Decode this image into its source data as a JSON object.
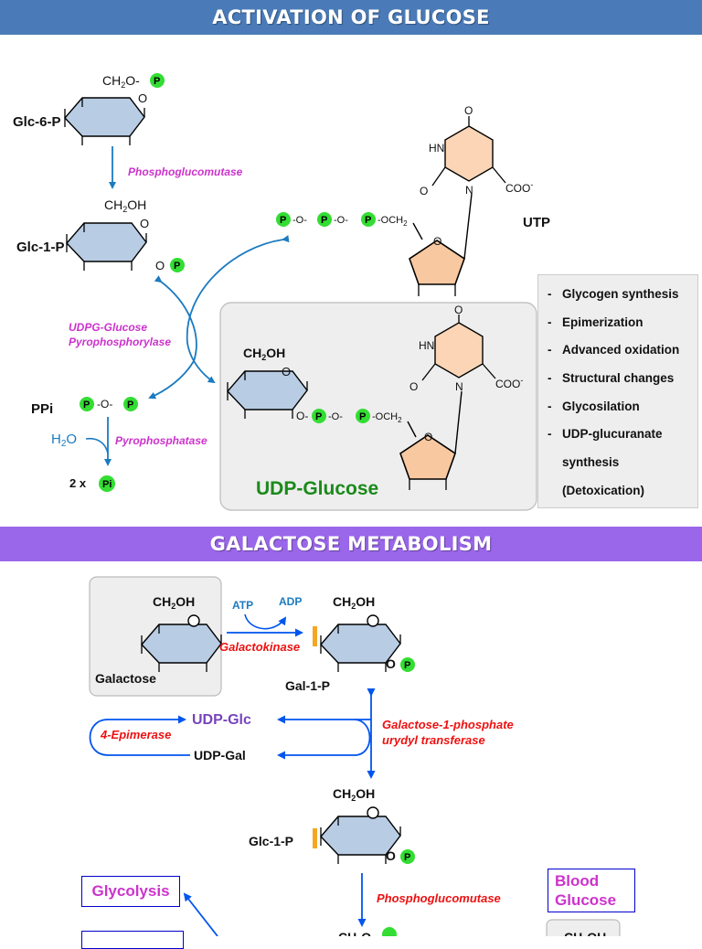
{
  "headers": {
    "activation": "ACTIVATION OF GLUCOSE",
    "galactose": "GALACTOSE METABOLISM"
  },
  "activation": {
    "glc6p": "Glc-6-P",
    "glc1p": "Glc-1-P",
    "ch2o": "CH",
    "ch2oh": "CH",
    "o_sub": "2",
    "phosphoglucomutase": "Phosphoglucomutase",
    "udpg_line1": "UDPG-Glucose",
    "udpg_line2": "Pyrophosphorylase",
    "ppi": "PPi",
    "h2o": "H",
    "pyrophosphatase": "Pyrophosphatase",
    "two_x": "2 x",
    "pi": "Pi",
    "utp": "UTP",
    "udp_glucose": "UDP-Glucose",
    "coo": "COO",
    "hn": "HN",
    "n": "N",
    "o": "O",
    "och2": "OCH",
    "p": "P"
  },
  "fates": [
    "Glycogen synthesis",
    "Epimerization",
    "Advanced oxidation",
    "Structural changes",
    "Glycosilation",
    "UDP-glucuranate",
    "synthesis",
    "(Detoxication)"
  ],
  "galactose": {
    "galactose": "Galactose",
    "gal1p": "Gal-1-P",
    "atp": "ATP",
    "adp": "ADP",
    "galactokinase": "Galactokinase",
    "udp_glc": "UDP-Glc",
    "udp_gal": "UDP-Gal",
    "epimerase": "4-Epimerase",
    "transferase_line1": "Galactose-1-phosphate",
    "transferase_line2": "urydyl transferase",
    "glc1p": "Glc-1-P",
    "phosphoglucomutase": "Phosphoglucomutase",
    "glycolysis": "Glycolysis",
    "blood_glucose_line1": "Blood",
    "blood_glucose_line2": "Glucose",
    "ch2oh": "CH",
    "ch2o": "CH"
  },
  "colors": {
    "banner1": "#4a7bb8",
    "banner2": "#9a66ea",
    "ring": "#b8cce4",
    "ribose": "#f8c8a0",
    "uracil": "#fbd5b5",
    "phosphate": "#33dd33",
    "arrow_blue": "#1b7bc0",
    "bright_blue": "#0055ee",
    "enzyme_magenta": "#cc33cc",
    "enzyme_red": "#ee1111",
    "udp_green": "#1a8a1a",
    "udp_glc_purple": "#7744bb"
  }
}
